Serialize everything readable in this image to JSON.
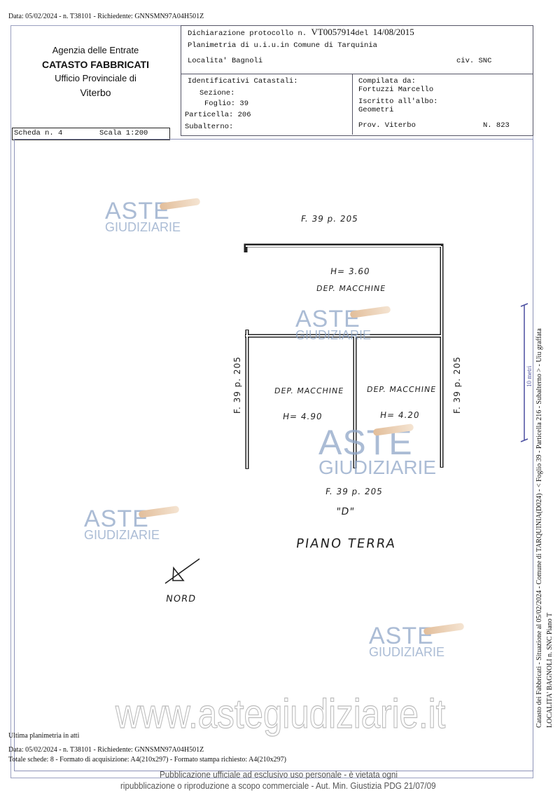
{
  "top_meta": "Data: 05/02/2024 - n. T38101 - Richiedente: GNNSMN97A04H501Z",
  "office": {
    "agency": "Agenzia delle Entrate",
    "dept": "CATASTO FABBRICATI",
    "office": "Ufficio Provinciale di",
    "city": "Viterbo"
  },
  "declaration": {
    "protocol_label": "Dichiarazione protocollo n.",
    "protocol": "VT0057914",
    "del_label": "del",
    "date": "14/08/2015",
    "plan": "Planimetria di u.i.u.in Comune di Tarquinia",
    "locality": "Localita' Bagnoli",
    "civ": "civ. SNC"
  },
  "identifiers": {
    "title": "Identificativi Catastali:",
    "sezione": "Sezione:",
    "foglio": "Foglio: 39",
    "particella": "Particella: 206",
    "subalterno": "Subalterno:"
  },
  "compiler": {
    "label": "Compilata da:",
    "name": "Fortuzzi Marcello",
    "albo_label": "Iscritto all'albo:",
    "albo": "Geometri",
    "prov": "Prov. Viterbo",
    "number": "N. 823"
  },
  "sheet": {
    "scheda": "Scheda n. 4",
    "scala": "Scala 1:200"
  },
  "plan": {
    "top_neighbor": "F. 39 p. 205",
    "h1": "H= 3.60",
    "room1": "DEP. MACCHINE",
    "left_neighbor": "F. 39 p. 205",
    "right_neighbor": "F. 39 p. 205",
    "room2": "DEP. MACCHINE",
    "h2": "H= 4.90",
    "room3": "DEP. MACCHINE",
    "h3": "H= 4.20",
    "bottom_neighbor": "F. 39 p. 205",
    "label_d": "\"D\"",
    "floor": "PIANO TERRA",
    "north": "NORD"
  },
  "scale_bar": "10 metri",
  "side_text": {
    "line1": "Catasto dei Fabbricati - Situazione al 05/02/2024 - Comune di TARQUINIA(D024) - < Foglio 39 - Particella 216 - Subalterno > - Uiu graffata",
    "line2": "LOCALITA' BAGNOLI n. SNC Piano T"
  },
  "footer": {
    "last": "Ultima planimetria in atti",
    "meta": "Data: 05/02/2024 - n. T38101 - Richiedente: GNNSMN97A04H501Z",
    "format": "Totale schede: 8 - Formato di acquisizione: A4(210x297) - Formato stampa richiesto: A4(210x297)"
  },
  "watermark": {
    "logo_top": "ASTE",
    "logo_bottom": "GIUDIZIARIE",
    "site": "www.astegiudiziarie.it",
    "notice1": "Pubblicazione ufficiale ad esclusivo uso personale - è vietata ogni",
    "notice2": "ripubblicazione o riproduzione a scopo commerciale - Aut. Min. Giustizia PDG 21/07/09"
  }
}
